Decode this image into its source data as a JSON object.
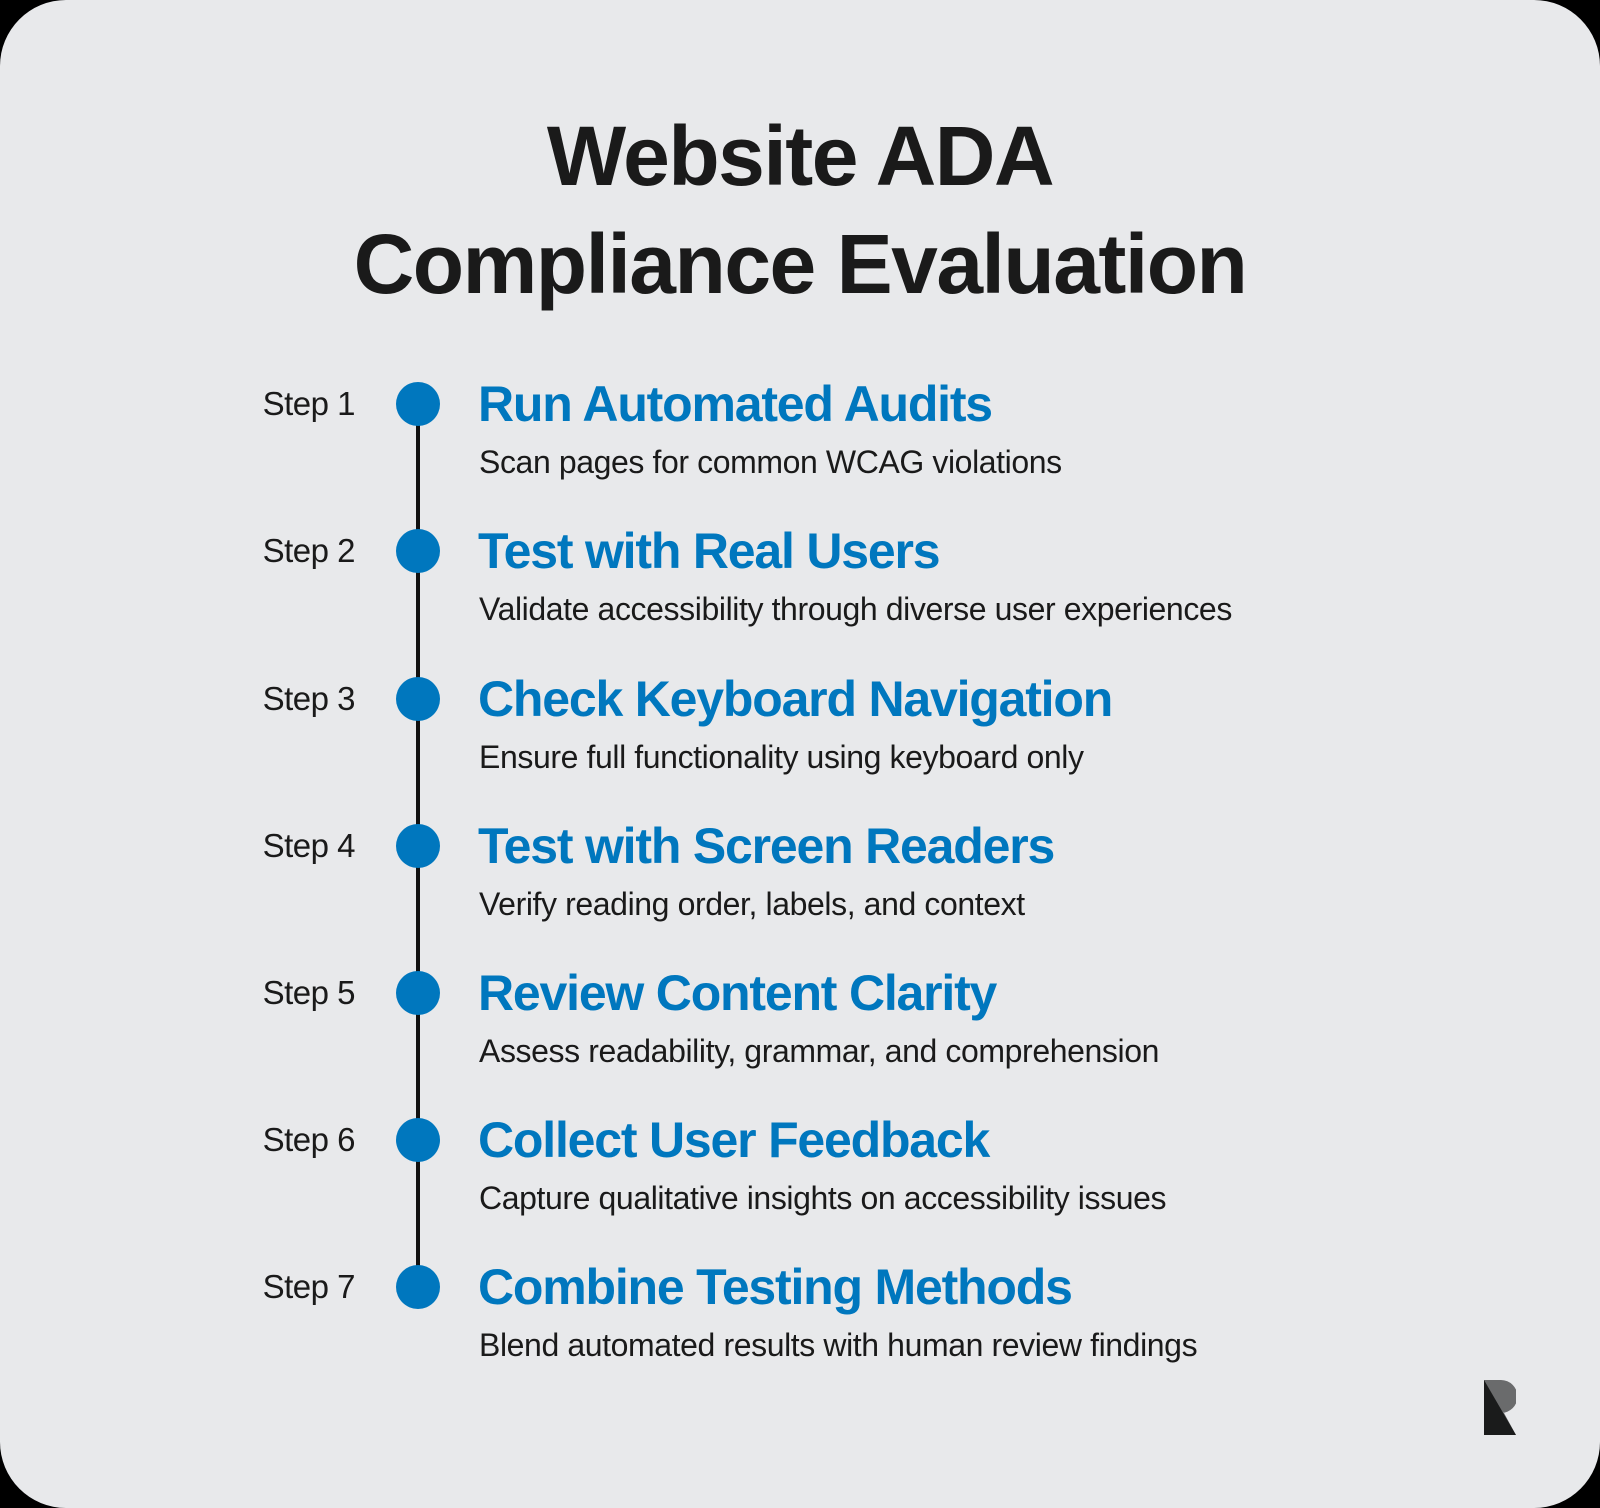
{
  "title": {
    "line1": "Website ADA",
    "line2": "Compliance Evaluation"
  },
  "colors": {
    "background": "#E8E9EB",
    "accent": "#0077BE",
    "text": "#1A1A1A",
    "timeline": "#111111"
  },
  "steps": [
    {
      "label": "Step 1",
      "title": "Run Automated Audits",
      "description": "Scan pages for common WCAG violations"
    },
    {
      "label": "Step 2",
      "title": "Test with Real Users",
      "description": "Validate accessibility through diverse user experiences"
    },
    {
      "label": "Step 3",
      "title": "Check Keyboard Navigation",
      "description": "Ensure full functionality using keyboard only"
    },
    {
      "label": "Step 4",
      "title": "Test with Screen Readers",
      "description": "Verify reading order, labels, and context"
    },
    {
      "label": "Step 5",
      "title": "Review Content Clarity",
      "description": "Assess readability, grammar, and comprehension"
    },
    {
      "label": "Step 6",
      "title": "Collect User Feedback",
      "description": "Capture qualitative insights on accessibility issues"
    },
    {
      "label": "Step 7",
      "title": "Combine Testing Methods",
      "description": "Blend automated results with human review findings"
    }
  ],
  "logo": {
    "icon": "brand-r-logo-icon"
  }
}
